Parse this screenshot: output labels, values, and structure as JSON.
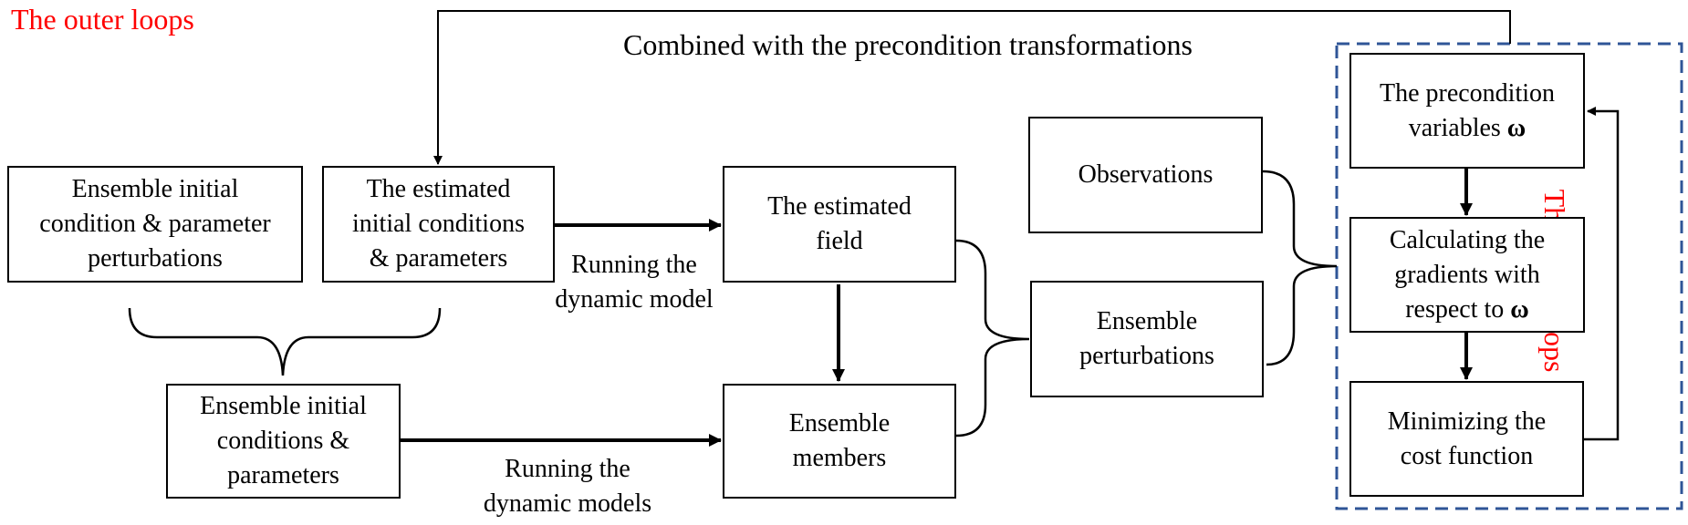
{
  "labels": {
    "outer_loops": "The outer loops",
    "inner_loops": "The inner loops",
    "combined": "Combined with the precondition transformations",
    "running_model": [
      "Running the",
      "dynamic model"
    ],
    "running_models": [
      "Running the",
      "dynamic models"
    ]
  },
  "boxes": {
    "ensemble_perturb": [
      "Ensemble initial",
      "condition & parameter",
      "perturbations"
    ],
    "estimated_ic": [
      "The estimated",
      "initial conditions",
      "& parameters"
    ],
    "ensemble_ic": [
      "Ensemble initial",
      "conditions &",
      "parameters"
    ],
    "estimated_field": [
      "The estimated",
      "field"
    ],
    "ensemble_members": [
      "Ensemble",
      "members"
    ],
    "observations": [
      "Observations"
    ],
    "ensemble_perturbations": [
      "Ensemble",
      "perturbations"
    ],
    "precondition": [
      "The precondition",
      "variables"
    ],
    "precondition_symbol": "ω",
    "gradients": [
      "Calculating the",
      "gradients with",
      "respect to"
    ],
    "gradients_symbol": "ω",
    "minimizing": [
      "Minimizing the",
      "cost function"
    ]
  },
  "colors": {
    "line": "#000000",
    "annotation": "#ff0000",
    "inner_frame": "#2f5597"
  }
}
